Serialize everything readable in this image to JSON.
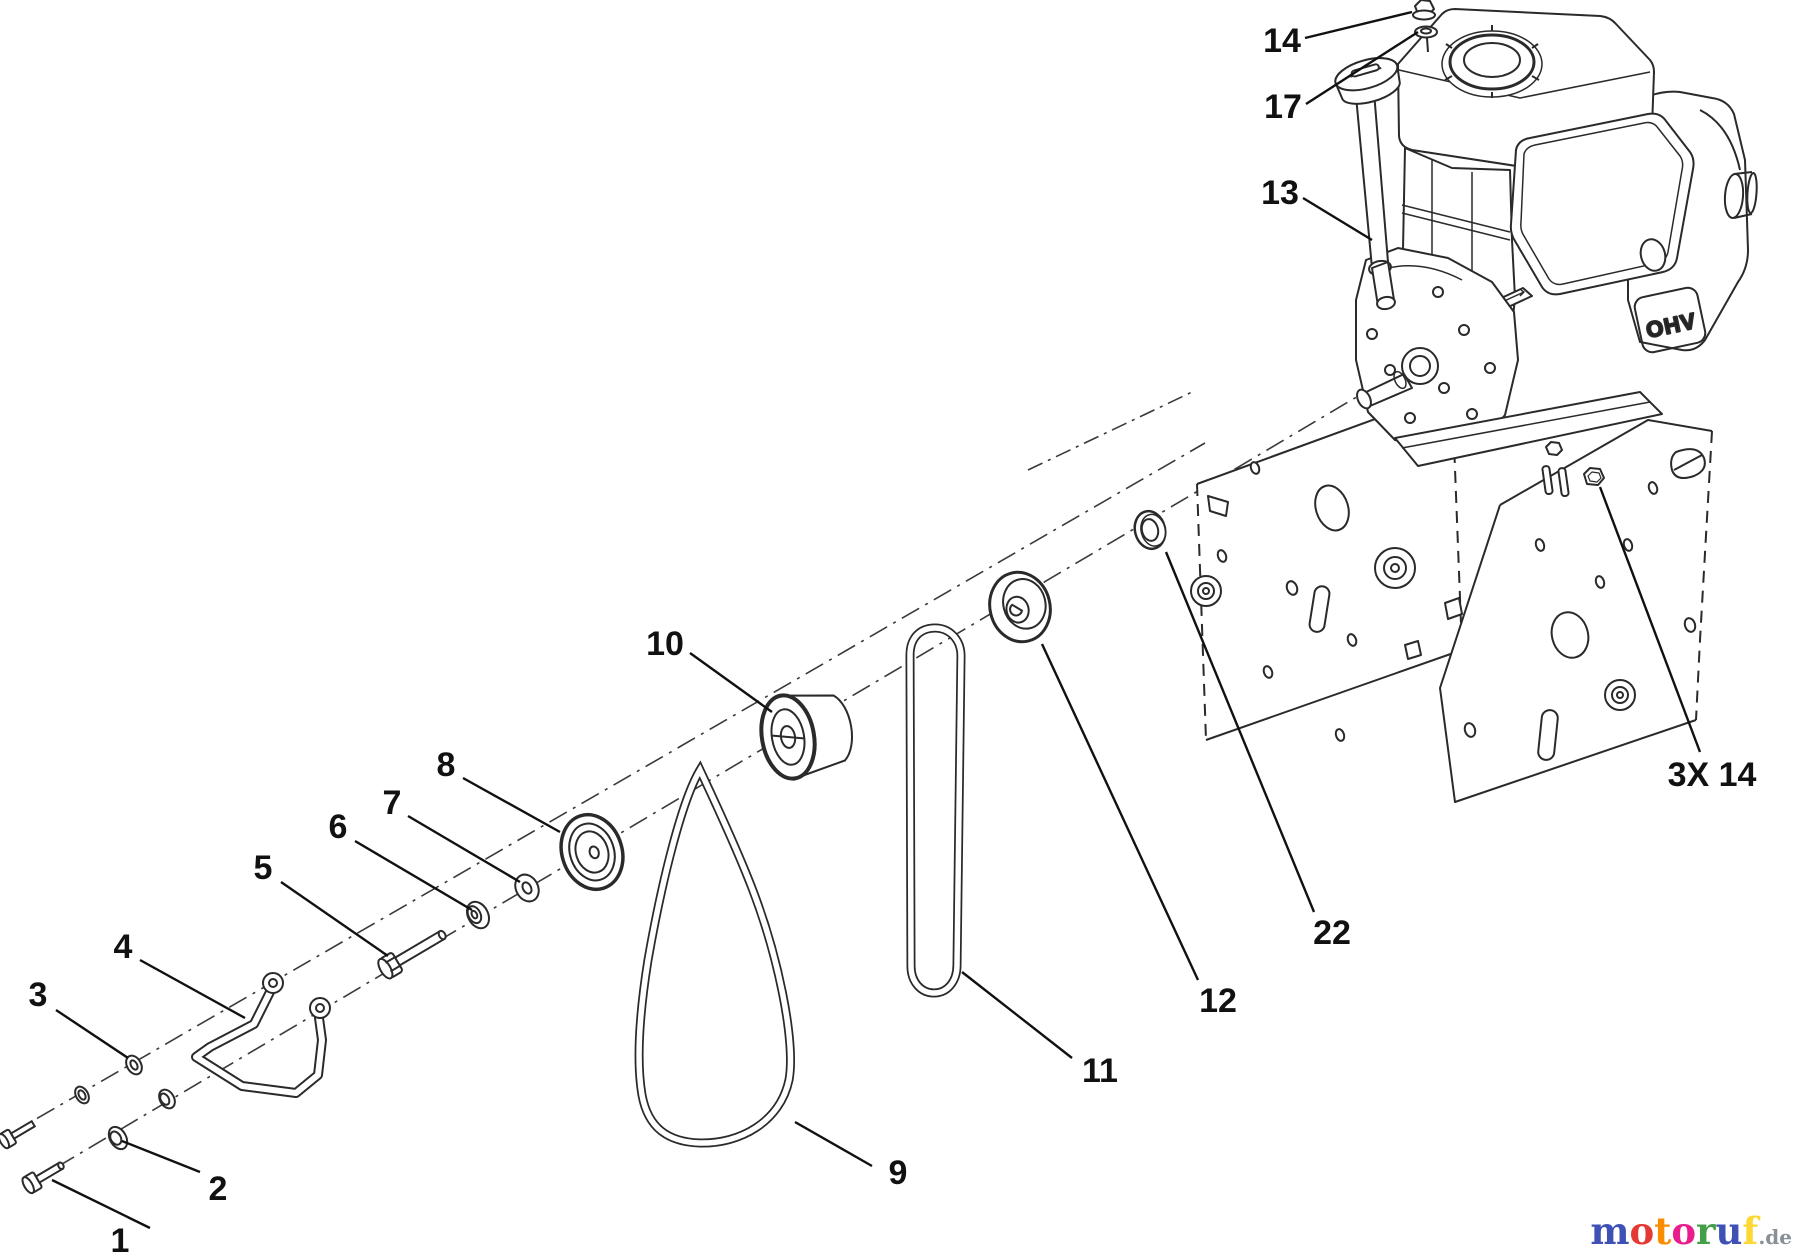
{
  "callouts": {
    "n1": {
      "text": "1"
    },
    "n2": {
      "text": "2"
    },
    "n3": {
      "text": "3"
    },
    "n4": {
      "text": "4"
    },
    "n5": {
      "text": "5"
    },
    "n6": {
      "text": "6"
    },
    "n7": {
      "text": "7"
    },
    "n8": {
      "text": "8"
    },
    "n9": {
      "text": "9"
    },
    "n10": {
      "text": "10"
    },
    "n11": {
      "text": "11"
    },
    "n12": {
      "text": "12"
    },
    "n13": {
      "text": "13"
    },
    "n14": {
      "text": "14"
    },
    "n17": {
      "text": "17"
    },
    "n22": {
      "text": "22"
    },
    "n3x14": {
      "text": "3X 14"
    }
  },
  "engine": {
    "badge": "OHV"
  },
  "watermark": {
    "text": "motoruf.de",
    "letters": [
      {
        "ch": "m",
        "color": "#3f51b5"
      },
      {
        "ch": "o",
        "color": "#e53935"
      },
      {
        "ch": "t",
        "color": "#fb8c00"
      },
      {
        "ch": "o",
        "color": "#e91e8c"
      },
      {
        "ch": "r",
        "color": "#43a047"
      },
      {
        "ch": "u",
        "color": "#3f51b5"
      },
      {
        "ch": "f",
        "color": "#fdd835"
      }
    ],
    "suffix": {
      "ch": ".de",
      "color": "#8a9097"
    }
  }
}
